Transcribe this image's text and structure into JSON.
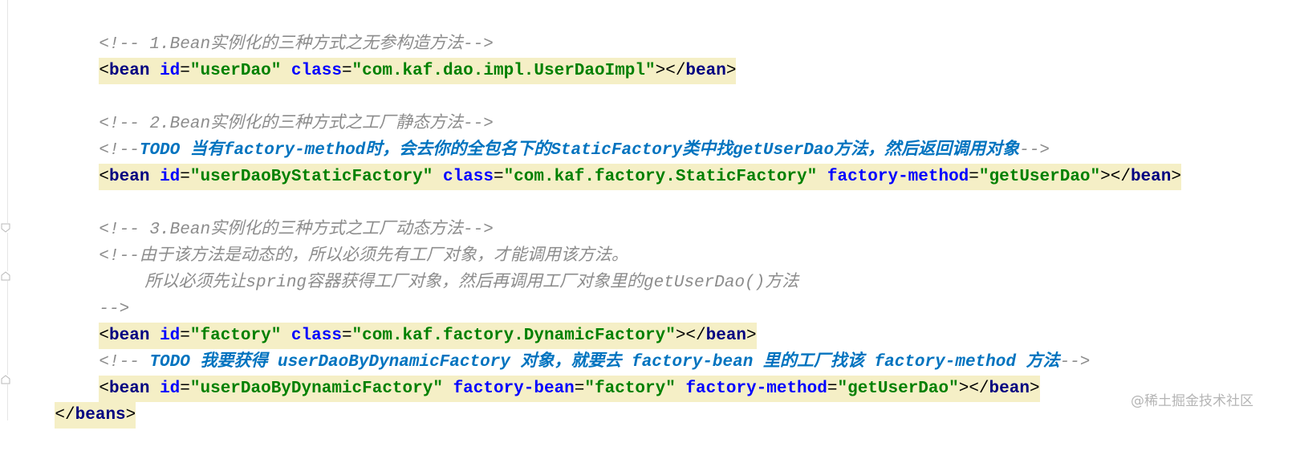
{
  "editor": {
    "lines": {
      "l1": "<!-- 1.Bean实例化的三种方式之无参构造方法-->",
      "l2": {
        "lt": "<",
        "tag": "bean",
        "a1": "id",
        "eq": "=",
        "v1": "\"userDao\"",
        "a2": "class",
        "v2": "\"com.kaf.dao.impl.UserDaoImpl\"",
        "close": "></",
        "tag2": "bean",
        "gt": ">"
      },
      "l4": "<!-- 2.Bean实例化的三种方式之工厂静态方法-->",
      "l5": {
        "open": "<!--",
        "todo": "TODO 当有factory-method时，会去你的全包名下的StaticFactory类中找getUserDao方法，然后返回调用对象",
        "close": "-->"
      },
      "l6": {
        "lt": "<",
        "tag": "bean",
        "a1": "id",
        "eq": "=",
        "v1": "\"userDaoByStaticFactory\"",
        "a2": "class",
        "v2": "\"com.kaf.factory.StaticFactory\"",
        "a3": "factory-method",
        "v3": "\"getUserDao\"",
        "close": "></",
        "tag2": "bean",
        "gt": ">"
      },
      "l8": "<!-- 3.Bean实例化的三种方式之工厂动态方法-->",
      "l9": "<!--由于该方法是动态的，所以必须先有工厂对象，才能调用该方法。",
      "l10": "所以必须先让spring容器获得工厂对象，然后再调用工厂对象里的getUserDao()方法",
      "l11": "-->",
      "l12": {
        "lt": "<",
        "tag": "bean",
        "a1": "id",
        "eq": "=",
        "v1": "\"factory\"",
        "a2": "class",
        "v2": "\"com.kaf.factory.DynamicFactory\"",
        "close": "></",
        "tag2": "bean",
        "gt": ">"
      },
      "l13": {
        "open": "<!-- ",
        "todo": "TODO 我要获得 userDaoByDynamicFactory 对象，就要去 factory-bean 里的工厂找该 factory-method 方法",
        "close": "-->"
      },
      "l14": {
        "lt": "<",
        "tag": "bean",
        "a1": "id",
        "eq": "=",
        "v1": "\"userDaoByDynamicFactory\"",
        "a2": "factory-bean",
        "v2": "\"factory\"",
        "a3": "factory-method",
        "v3": "\"getUserDao\"",
        "close": "></",
        "tag2": "bean",
        "gt": ">"
      },
      "l15": {
        "open": "</",
        "tag": "beans",
        "gt": ">"
      }
    }
  },
  "watermark": "@稀土掘金技术社区"
}
